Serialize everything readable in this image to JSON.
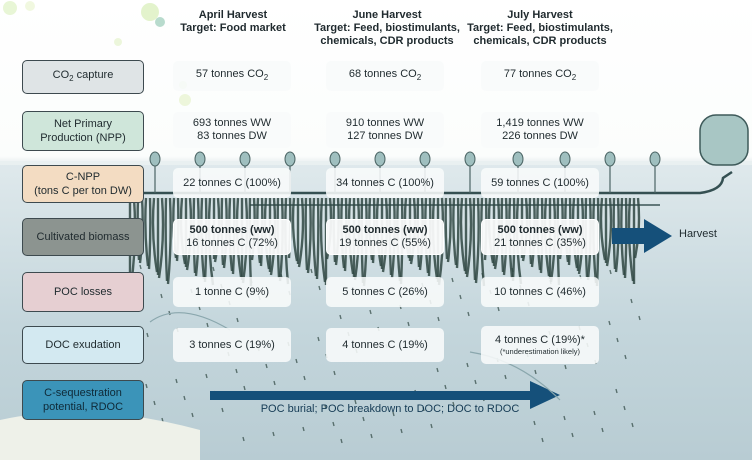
{
  "headers": [
    {
      "line1": "April Harvest",
      "line2": "Target: Food market",
      "line3": ""
    },
    {
      "line1": "June Harvest",
      "line2": "Target: Feed, biostimulants,",
      "line3": "chemicals, CDR products"
    },
    {
      "line1": "July Harvest",
      "line2": "Target: Feed, biostimulants,",
      "line3": "chemicals, CDR products"
    }
  ],
  "rows": [
    {
      "label_pre": "CO",
      "label_sub": "2",
      "label_post": " capture",
      "color": "#dfe4e6"
    },
    {
      "label_line1": "Net Primary",
      "label_line2": "Production (NPP)",
      "color": "#cfe6da"
    },
    {
      "label_line1": "C-NPP",
      "label_line2": "(tons C per ton DW)",
      "color": "#f3dcc2"
    },
    {
      "label": "Cultivated biomass",
      "color": "#8c9490"
    },
    {
      "label": "POC losses",
      "color": "#e6cfd2"
    },
    {
      "label": "DOC exudation",
      "color": "#d3e9f1"
    },
    {
      "label_line1": "C-sequestration",
      "label_line2": "potential, RDOC",
      "color": "#3b94b9"
    }
  ],
  "co2": [
    {
      "value": "57 tonnes CO",
      "sub": "2"
    },
    {
      "value": "68 tonnes CO",
      "sub": "2"
    },
    {
      "value": "77 tonnes CO",
      "sub": "2"
    }
  ],
  "npp": [
    {
      "ww": "693 tonnes WW",
      "dw": "83 tonnes DW"
    },
    {
      "ww": "910 tonnes WW",
      "dw": "127 tonnes DW"
    },
    {
      "ww": "1,419 tonnes WW",
      "dw": "226 tonnes DW"
    }
  ],
  "cnpp": [
    "22 tonnes C (100%)",
    "34 tonnes C (100%)",
    "59 tonnes C (100%)"
  ],
  "biomass": [
    {
      "ww": "500 tonnes (ww)",
      "c": "16 tonnes C (72%)"
    },
    {
      "ww": "500 tonnes (ww)",
      "c": "19 tonnes C (55%)"
    },
    {
      "ww": "500 tonnes (ww)",
      "c": "21 tonnes C (35%)"
    }
  ],
  "poc": [
    "1 tonne C (9%)",
    "5 tonnes C (26%)",
    "10 tonnes C (46%)"
  ],
  "doc": [
    {
      "value": "3 tonnes C (19%)",
      "note": ""
    },
    {
      "value": "4 tonnes C (19%)",
      "note": ""
    },
    {
      "value": "4 tonnes C (19%)*",
      "note": "(*underestimation likely)"
    }
  ],
  "harvest_label": "Harvest",
  "sequestration_text": "POC burial; POC breakdown to DOC; DOC to RDOC",
  "colors": {
    "arrow": "#15507a",
    "seaweed": "#2f4742",
    "buoy": "#9fbfbf"
  }
}
